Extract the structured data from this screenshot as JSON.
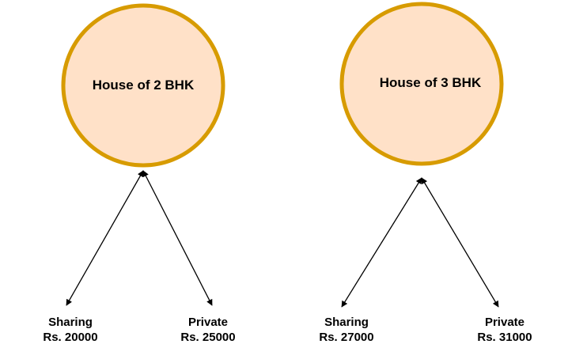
{
  "colors": {
    "circle_fill": "#FFE1C8",
    "circle_stroke": "#D79B00",
    "arrow": "#000000"
  },
  "houses": [
    {
      "title": "House of 2 BHK",
      "options": [
        {
          "type": "Sharing",
          "price": "Rs. 20000"
        },
        {
          "type": "Private",
          "price": "Rs. 25000"
        }
      ]
    },
    {
      "title": "House of 3 BHK",
      "options": [
        {
          "type": "Sharing",
          "price": "Rs. 27000"
        },
        {
          "type": "Private",
          "price": "Rs. 31000"
        }
      ]
    }
  ]
}
